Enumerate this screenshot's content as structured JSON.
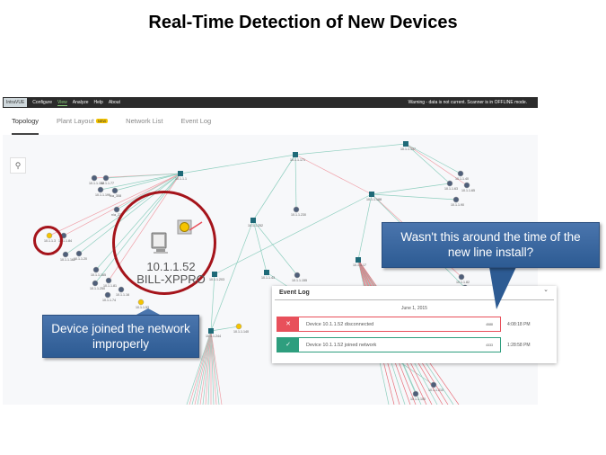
{
  "slide_title": "Real-Time Detection of New Devices",
  "app": {
    "brand": "IntraVUE",
    "menu": [
      "Configure",
      "View",
      "Analyze",
      "Help",
      "About"
    ],
    "active_menu": "View",
    "warning": "Warning - data is not current. Scanner is in OFFLINE mode."
  },
  "tabs": [
    {
      "label": "Topology",
      "active": true
    },
    {
      "label": "Plant Layout",
      "badge": "NEW"
    },
    {
      "label": "Network List"
    },
    {
      "label": "Event Log"
    }
  ],
  "search_icon": "search-icon",
  "node_labels": [
    "10.1.1.1",
    "10.1.1.171",
    "10.1.1.137",
    "10.1.1.188",
    "10.1.1.252",
    "10.1.1.203",
    "10.1.1.17",
    "10.1.1.43",
    "10.1.1.244",
    "10.1.1.152",
    "10.1.1.77",
    "10.1.1.199",
    "n/a_308",
    "n/a_225",
    "10.1.1.3",
    "10.1.1.84",
    "10.1.1.162",
    "10.1.1.20",
    "10.1.1.165",
    "10.1.1.250",
    "10.1.1.81",
    "10.1.1.16",
    "10.1.1.74",
    "10.1.1.53",
    "10.1.1.230",
    "10.1.1.40",
    "10.1.1.63",
    "10.1.1.65",
    "10.1.1.90",
    "10.1.1.155",
    "10.1.1.82",
    "10.1.1.57",
    "10.1.1.140",
    "10.1.1.210",
    "10.1.1.150"
  ],
  "highlighted_device": {
    "ip": "10.1.1.52",
    "name": "BILL-XPPRO"
  },
  "event_log": {
    "title": "Event Log",
    "date": "June 1, 2015",
    "events": [
      {
        "icon": "✕",
        "message": "Device 10.1.1.52 disconnected",
        "code": "4588",
        "time": "4:08:18 PM",
        "color": "#e8505b"
      },
      {
        "icon": "✓",
        "message": "Device 10.1.1.52 joined network",
        "code": "4333",
        "time": "1:28:58 PM",
        "color": "#2e9e7e"
      }
    ]
  },
  "callouts": {
    "left": "Device joined the network improperly",
    "right": "Wasn't this around the time of the new line install?"
  }
}
